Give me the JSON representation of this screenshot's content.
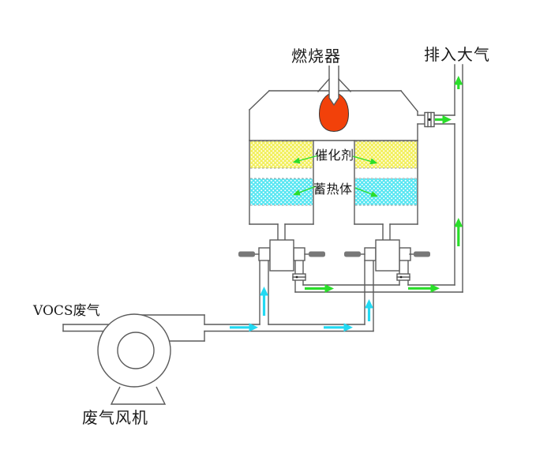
{
  "diagram": {
    "title_hint": "RCO catalytic-oxidation VOC treatment process diagram",
    "labels": {
      "burner": "燃烧器",
      "exhaust": "排入大气",
      "catalyst": "催化剂",
      "heat_storage": "蓄热体",
      "inlet_gas": "VOCS废气",
      "fan": "废气风机"
    }
  },
  "colors": {
    "line": "#5a5a5a",
    "text": "#1a1a1a",
    "flame": "#f2410a",
    "catalyst": "#f2ef5e",
    "heat": "#57e6f2",
    "arrow_in": "#22d9f2",
    "arrow_out": "#2ade2a",
    "handle": "#787878",
    "bg": "#ffffff"
  }
}
